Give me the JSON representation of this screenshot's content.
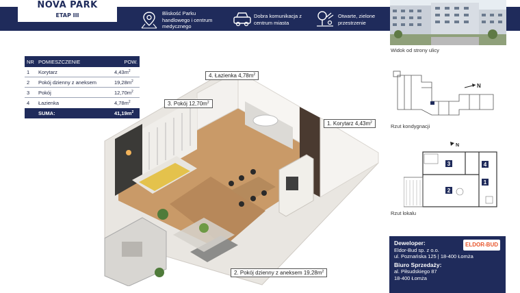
{
  "brand": {
    "title": "NOVA PARK",
    "subtitle": "ETAP III"
  },
  "features": [
    {
      "icon": "map-pin-icon",
      "text": "Bliskość Parku handlowego i centrum medycznego"
    },
    {
      "icon": "car-icon",
      "text": "Dobra komunikacja z centrum miasta"
    },
    {
      "icon": "tree-icon",
      "text": "Otwarte, zielone przestrzenie"
    }
  ],
  "captions": {
    "street_view": "Widok od strony ulicy",
    "floor_plan": "Rzut kondygnacji",
    "unit_plan": "Rzut lokalu"
  },
  "table": {
    "headers": {
      "nr": "NR",
      "room": "POMIESZCZENIE",
      "area": "POW."
    },
    "rows": [
      {
        "nr": "1",
        "room": "Korytarz",
        "area": "4,43m",
        "unit_sup": "2"
      },
      {
        "nr": "2",
        "room": "Pokój dzienny z aneksem",
        "area": "19,28m",
        "unit_sup": "2"
      },
      {
        "nr": "3",
        "room": "Pokój",
        "area": "12,70m",
        "unit_sup": "2"
      },
      {
        "nr": "4",
        "room": "Łazienka",
        "area": "4,78m",
        "unit_sup": "2"
      }
    ],
    "sum_label": "SUMA:",
    "sum_value": "41,19m",
    "sum_sup": "2"
  },
  "callouts": {
    "bathroom": "4. Łazienka   4,78m",
    "room": "3. Pokój  12,70m",
    "corridor": "1. Korytarz    4,43m",
    "living": "2. Pokój dzienny z aneksem    19,28m",
    "sup": "2"
  },
  "unit_plan_labels": [
    "3",
    "4",
    "2",
    "1"
  ],
  "compass": "N",
  "developer": {
    "heading": "Deweloper:",
    "name": "Eldor-Bud sp. z o.o.",
    "address": "ul. Poznańska 125 | 18-400 Łomża",
    "sales_heading": "Biuro Sprzedaży:",
    "sales_street": "al. Piłsudskiego 87",
    "sales_city": "18-400 Łomża",
    "logo_text": "ELDOR-BUD"
  },
  "colors": {
    "navy": "#1f2b5b",
    "accent": "#e8552a"
  }
}
